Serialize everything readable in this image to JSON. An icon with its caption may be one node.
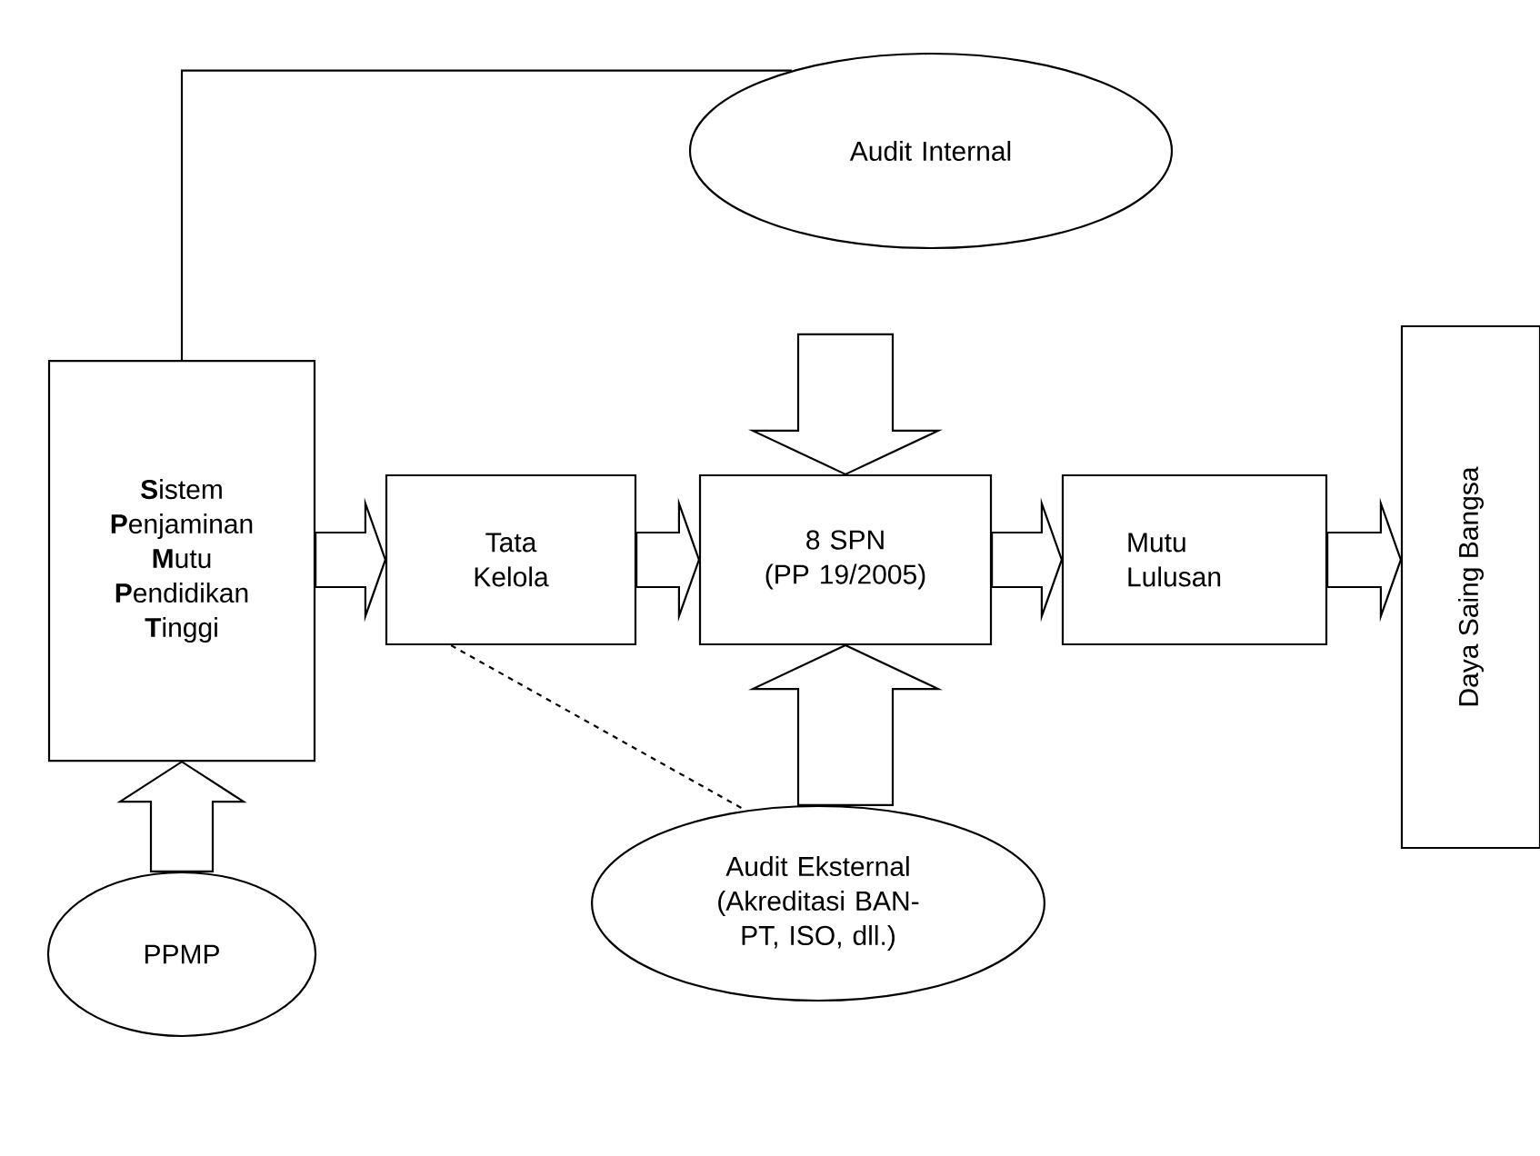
{
  "diagram": {
    "nodes": [
      {
        "text": [
          "Audit Internal"
        ]
      },
      {
        "text": [
          "**S**istem **P**enjaminan **M**utu **P**endidikan **T**inggi"
        ]
      },
      {
        "text": [
          "Tata Kelola"
        ]
      },
      {
        "text": [
          "8 SPN",
          "(PP 19/2005)"
        ]
      },
      {
        "text": [
          "Mutu Lulusan"
        ]
      },
      {
        "text": [
          "Daya Saing Bangsa"
        ]
      },
      {
        "text": [
          "Audit Eksternal (Akreditasi BAN-PT, ISO, dll.)"
        ]
      },
      {
        "text": [
          "PPMP"
        ]
      }
    ],
    "edges": [
      {
        "from": 1,
        "to": 0,
        "arrow": "none"
      },
      {
        "from": 1,
        "to": 2,
        "arrow": "to"
      },
      {
        "from": 2,
        "to": 3,
        "arrow": "to"
      },
      {
        "from": 3,
        "to": 4,
        "arrow": "to"
      },
      {
        "from": 4,
        "to": 5,
        "arrow": "to"
      },
      {
        "from": null,
        "to": 3,
        "arrow": "to"
      },
      {
        "from": 6,
        "to": 3,
        "arrow": "to"
      },
      {
        "from": 7,
        "to": 1,
        "arrow": "to"
      },
      {
        "from": 2,
        "to": 6,
        "arrow": "none",
        "style": "dashed"
      }
    ]
  }
}
